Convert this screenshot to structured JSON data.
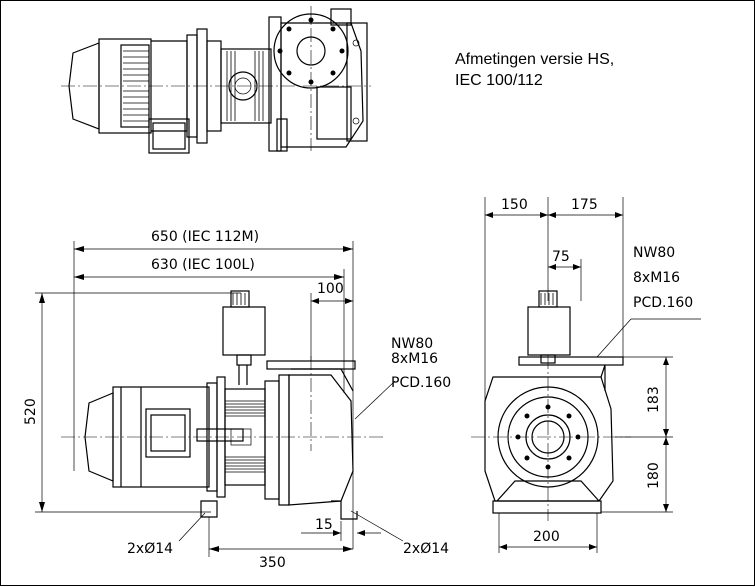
{
  "note": {
    "line1": "Afmetingen versie HS,",
    "line2": "IEC 100/112"
  },
  "front_view": {
    "dim_total_112": "650 (IEC 112M)",
    "dim_total_100": "630 (IEC 100L)",
    "dim_flange_offset": "100",
    "dim_height": "520",
    "dim_base": "350",
    "dim_foot": "15",
    "hole_left": "2xØ14",
    "hole_right": "2xØ14",
    "flange_nw": "NW80",
    "flange_bolts": "8xM16",
    "flange_pcd": "PCD.160"
  },
  "side_view": {
    "dim_left": "150",
    "dim_right": "175",
    "dim_inner": "75",
    "dim_upper": "183",
    "dim_lower": "180",
    "dim_base": "200",
    "flange_nw": "NW80",
    "flange_bolts": "8xM16",
    "flange_pcd": "PCD.160"
  }
}
